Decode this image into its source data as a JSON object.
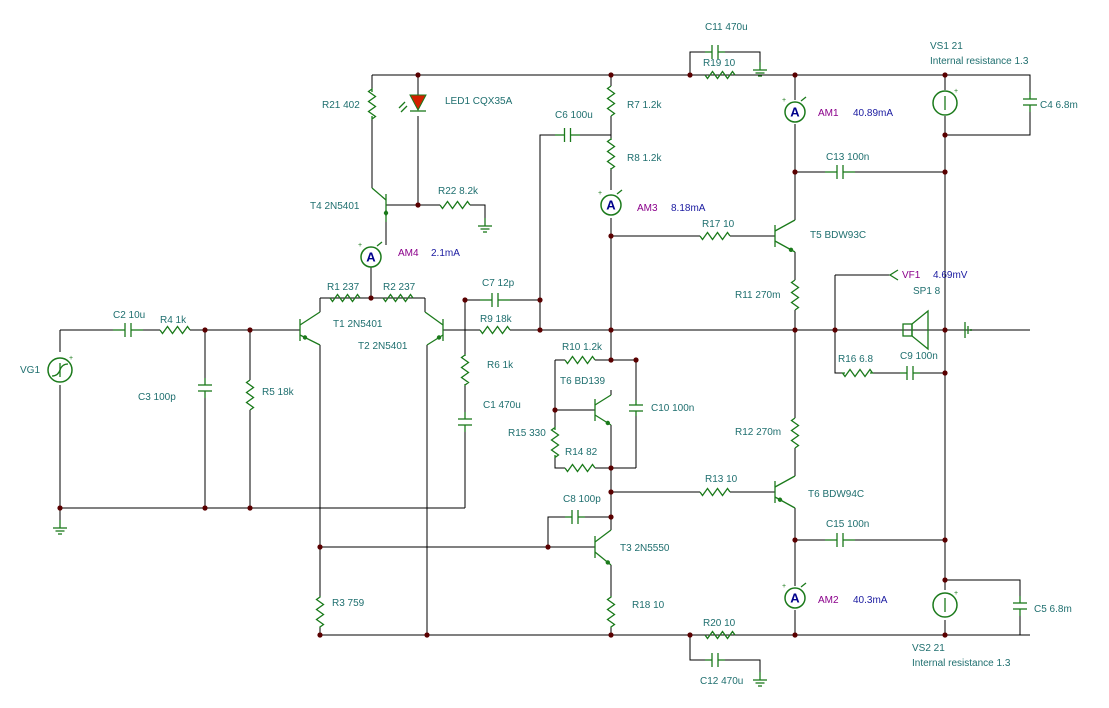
{
  "labels": {
    "r21": "R21 402",
    "led1": "LED1 CQX35A",
    "r22": "R22 8.2k",
    "t4": "T4 2N5401",
    "am4": "AM4",
    "am4_val": "2.1mA",
    "r1": "R1 237",
    "r2": "R2 237",
    "t1": "T1 2N5401",
    "t2": "T2 2N5401",
    "c2": "C2 10u",
    "r4": "R4 1k",
    "vg1": "VG1",
    "c3": "C3 100p",
    "r5": "R5 18k",
    "r3": "R3 759",
    "c7": "C7 12p",
    "r9": "R9 18k",
    "r6": "R6 1k",
    "c1": "C1 470u",
    "c6": "C6 100u",
    "r7": "R7 1.2k",
    "r8": "R8 1.2k",
    "am3": "AM3",
    "am3_val": "8.18mA",
    "r10": "R10 1.2k",
    "t6bd": "T6 BD139",
    "c10": "C10 100n",
    "r15": "R15 330",
    "r14": "R14 82",
    "c8": "C8 100p",
    "t3": "T3 2N5550",
    "r18": "R18 10",
    "c11": "C11 470u",
    "r19": "R19 10",
    "vs1": "VS1 21",
    "vs1_ir": "Internal resistance 1.3",
    "c4": "C4 6.8m",
    "am1": "AM1",
    "am1_val": "40.89mA",
    "c13": "C13 100n",
    "r17": "R17 10",
    "t5": "T5 BDW93C",
    "r11": "R11 270m",
    "vf1": "VF1",
    "vf1_val": "4.69mV",
    "sp1": "SP1 8",
    "r16": "R16 6.8",
    "c9": "C9 100n",
    "r12": "R12 270m",
    "r13": "R13 10",
    "t6bdw": "T6 BDW94C",
    "c15": "C15 100n",
    "am2": "AM2",
    "am2_val": "40.3mA",
    "c5": "C5 6.8m",
    "r20": "R20 10",
    "c12": "C12 470u",
    "vs2": "VS2 21",
    "vs2_ir": "Internal resistance 1.3",
    "ammeter_symbol": "A",
    "plus": "+"
  },
  "colors": {
    "wire": "#000000",
    "component": "#1b7a1b",
    "label": "#1f6f6f",
    "meter_name": "#8b008b",
    "meter_value": "#1a1aa0",
    "led": "#d42000"
  }
}
